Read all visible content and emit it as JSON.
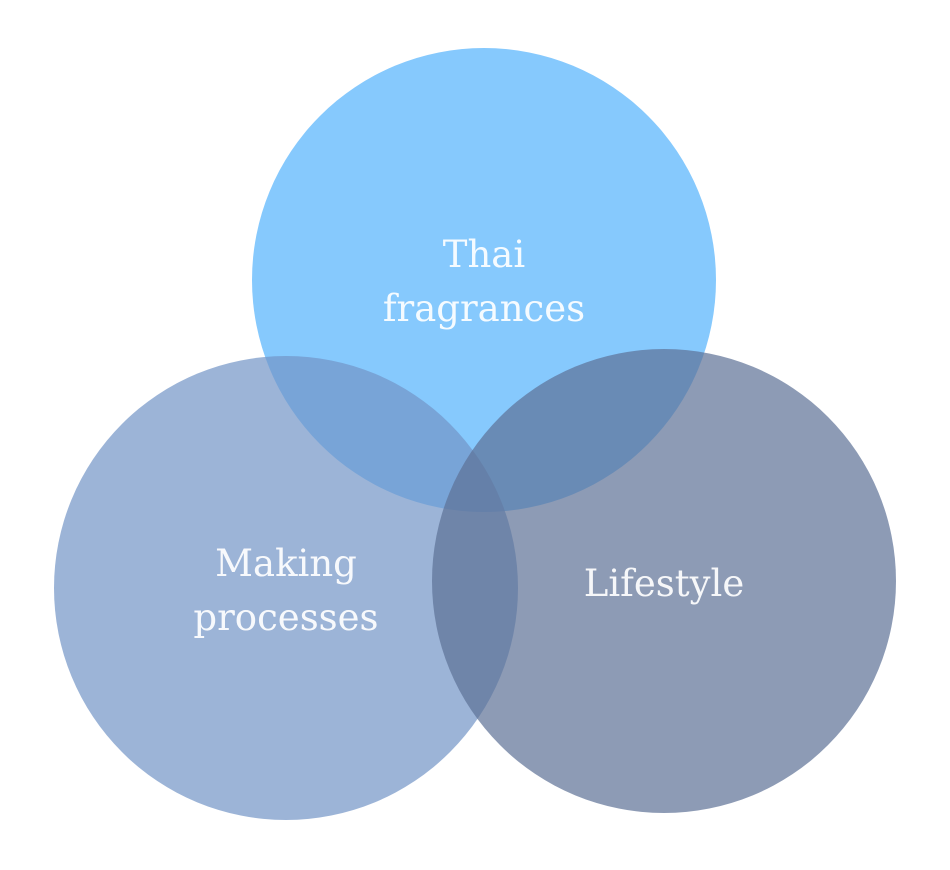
{
  "diagram": {
    "type": "venn",
    "sets": [
      {
        "id": "thai-fragrances",
        "label_lines": [
          "Thai",
          "fragrances"
        ],
        "color": "#86c9fd",
        "opacity": 1.0,
        "layer": 0
      },
      {
        "id": "making-processes",
        "label_lines": [
          "Making",
          "processes"
        ],
        "color": "#7294c6",
        "opacity": 0.7,
        "layer": 1
      },
      {
        "id": "lifestyle",
        "label_lines": [
          "Lifestyle"
        ],
        "color": "#5d7096",
        "opacity": 0.7,
        "layer": 2
      }
    ]
  }
}
